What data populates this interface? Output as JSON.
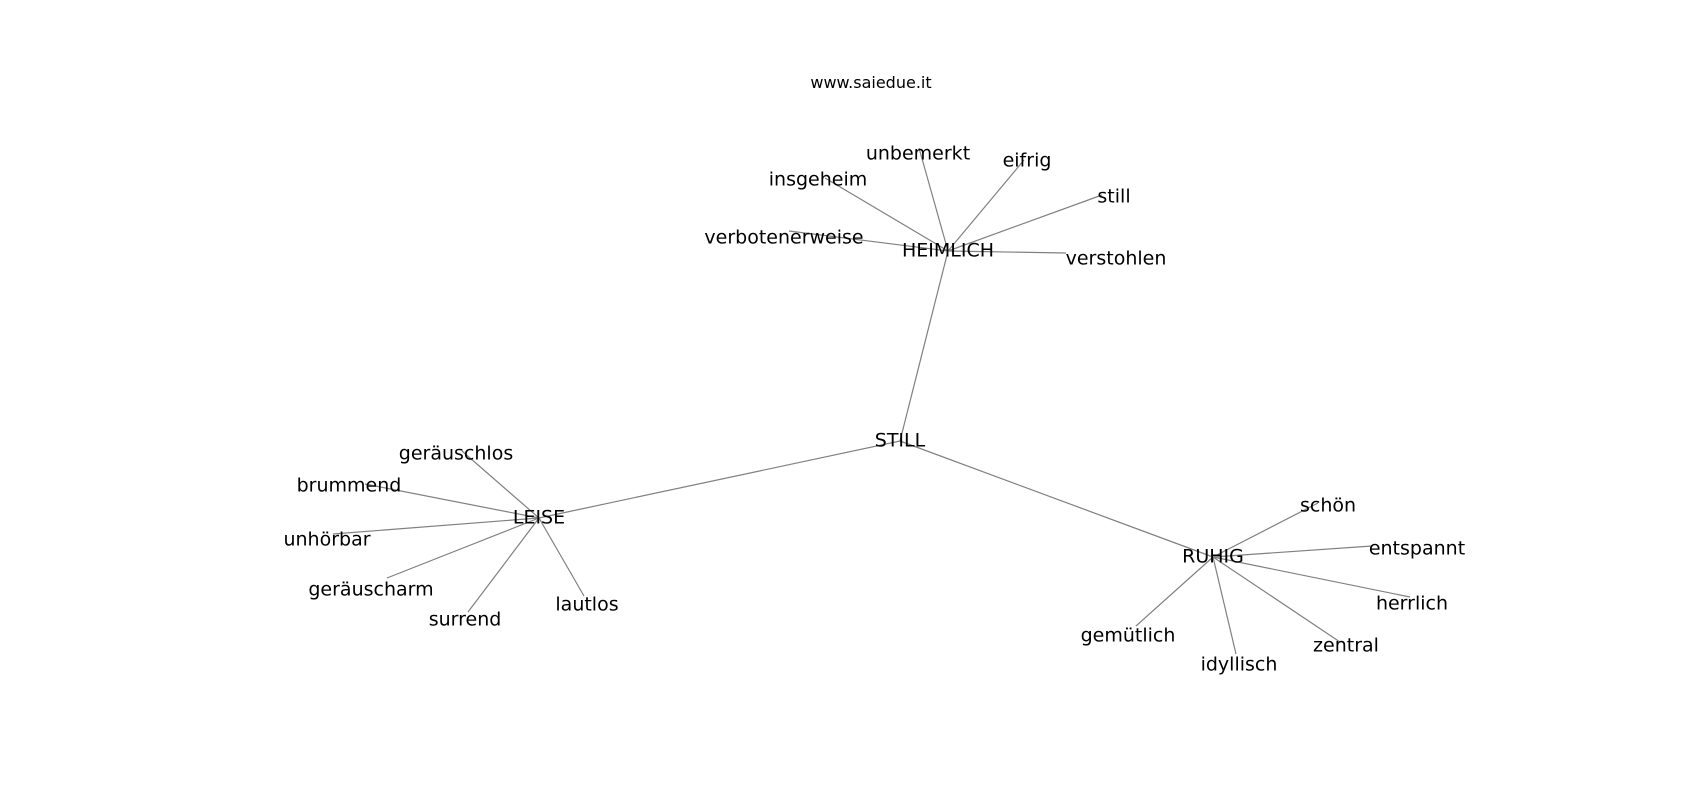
{
  "watermark": "www.saiedue.it",
  "colors": {
    "edge": "#808080",
    "text": "#000000",
    "background": "#ffffff"
  },
  "graph": {
    "root": "STILL",
    "hubs": [
      {
        "id": "HEIMLICH",
        "label": "HEIMLICH",
        "leaves": [
          "unbemerkt",
          "eifrig",
          "insgeheim",
          "still",
          "verbotenerweise",
          "verstohlen"
        ]
      },
      {
        "id": "LEISE",
        "label": "LEISE",
        "leaves": [
          "geräuschlos",
          "brummend",
          "unhörbar",
          "geräuscharm",
          "surrend",
          "lautlos"
        ]
      },
      {
        "id": "RUHIG",
        "label": "RUHIG",
        "leaves": [
          "schön",
          "entspannt",
          "herrlich",
          "gemütlich",
          "zentral",
          "idyllisch"
        ]
      }
    ]
  }
}
